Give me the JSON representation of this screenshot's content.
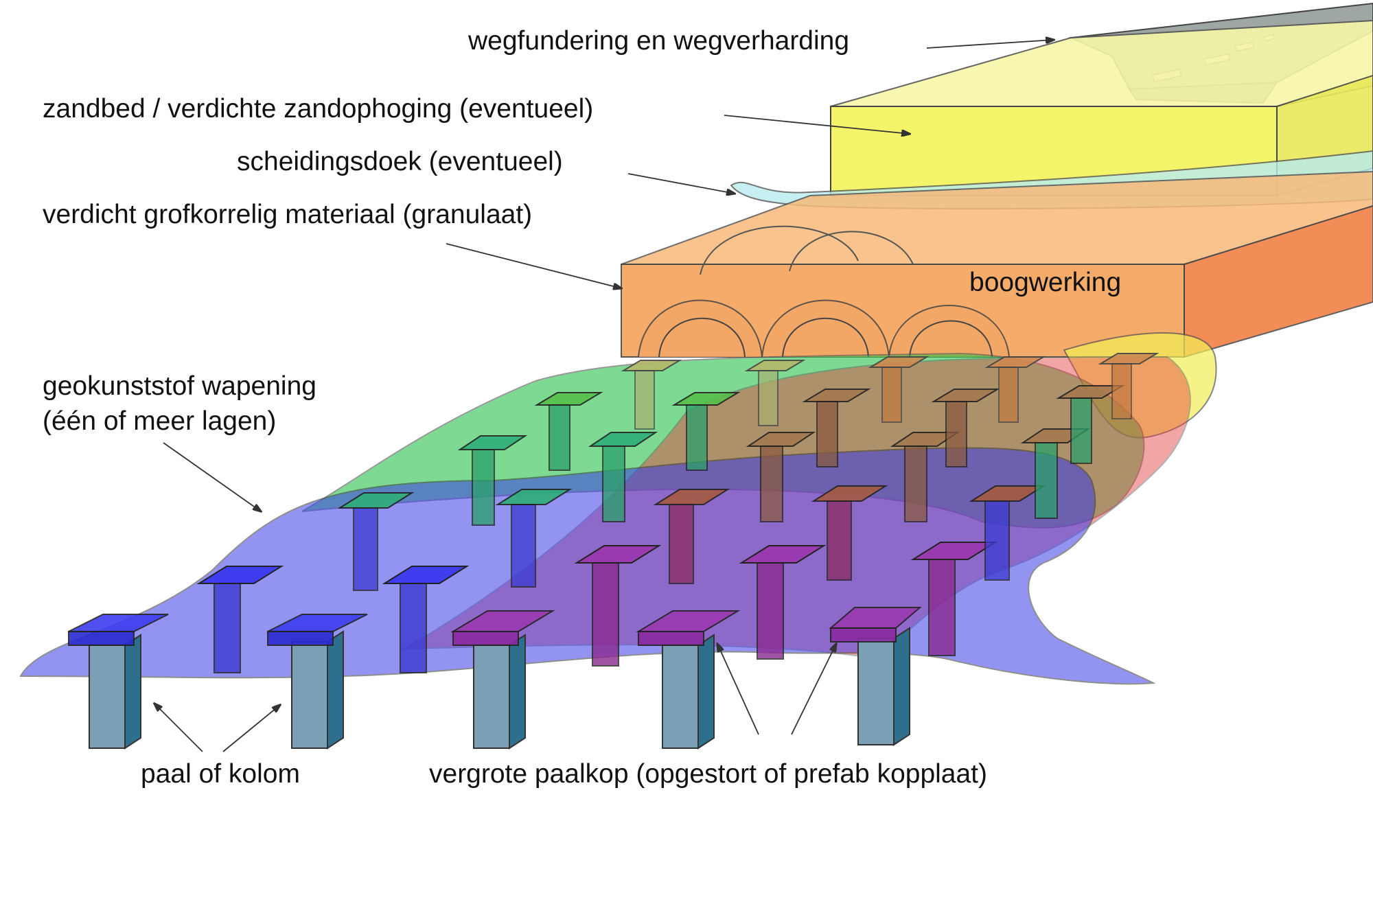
{
  "labels": {
    "road_layers": "wegfundering en wegverharding",
    "sand_bed": "zandbed / verdichte zandophoging (eventueel)",
    "separation_cloth": "scheidingsdoek (eventueel)",
    "granular": "verdicht grofkorrelig materiaal (granulaat)",
    "arching": "boogwerking",
    "geosynthetic_line1": "geokunststof wapening",
    "geosynthetic_line2": "(één of meer lagen)",
    "pile": "paal of kolom",
    "pile_cap": "vergrote paalkop (opgestort of prefab kopplaat)"
  },
  "colors": {
    "road": "#9ea7a1",
    "road_stripe": "#d9dcd8",
    "sand": "#f4f46a",
    "sand_light": "#f7f7a8",
    "cloth": "#b9ecf0",
    "granular": "#f4a35a",
    "granular_side": "#f07a3c",
    "arch": "#f3a766",
    "geo_blue": "#3b3be8",
    "geo_green": "#29c24a",
    "geo_red": "#e43a3a",
    "geo_yellow": "#f2ef56",
    "pile_front": "#7b9fb5",
    "pile_side": "#2e6f8e",
    "cap_top": "#3e3ef0",
    "pile_blue_front": "#3a3ad0",
    "pile_blue_side": "#1e1ea8",
    "arrow": "#333333"
  }
}
